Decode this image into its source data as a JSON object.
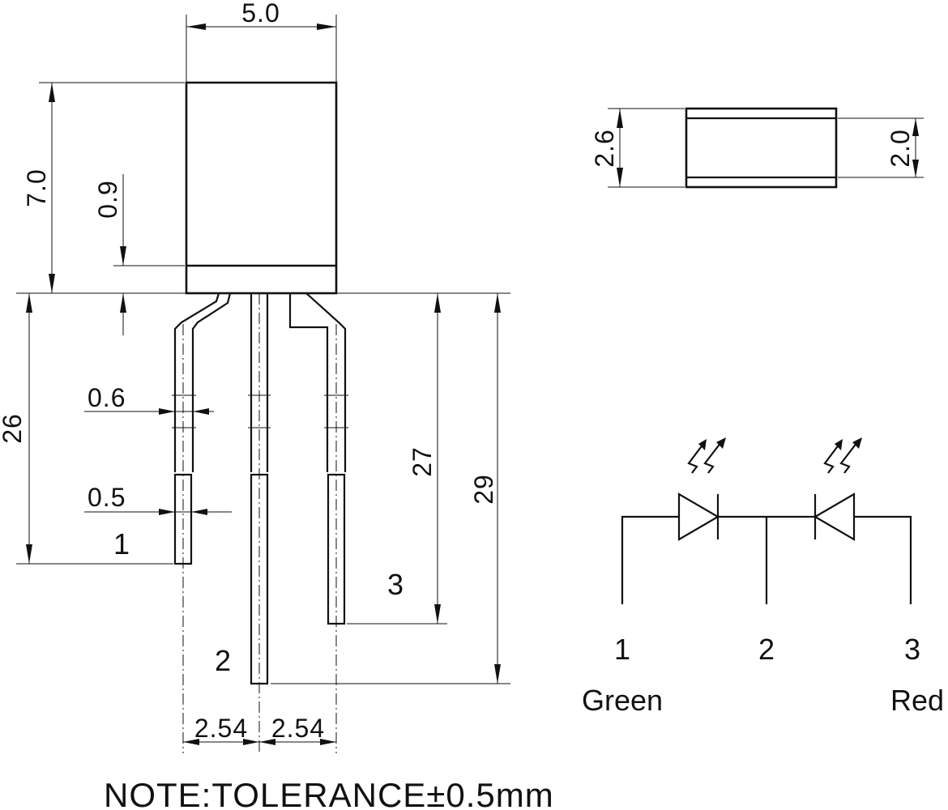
{
  "dimensions": {
    "body_width": "5.0",
    "body_height": "7.0",
    "flange_height": "0.9",
    "lead_length_pin1": "26",
    "lead_length_pin3": "27",
    "lead_length_pin2": "29",
    "lead_width_upper": "0.6",
    "lead_width_lower": "0.5",
    "pitch_left": "2.54",
    "pitch_right": "2.54",
    "side_outer_height": "2.6",
    "side_inner_height": "2.0"
  },
  "pins": {
    "pin1": "1",
    "pin2": "2",
    "pin3": "3"
  },
  "schematic": {
    "pin1": "1",
    "pin2": "2",
    "pin3": "3",
    "left_color": "Green",
    "right_color": "Red"
  },
  "note": "NOTE:TOLERANCE±0.5mm"
}
